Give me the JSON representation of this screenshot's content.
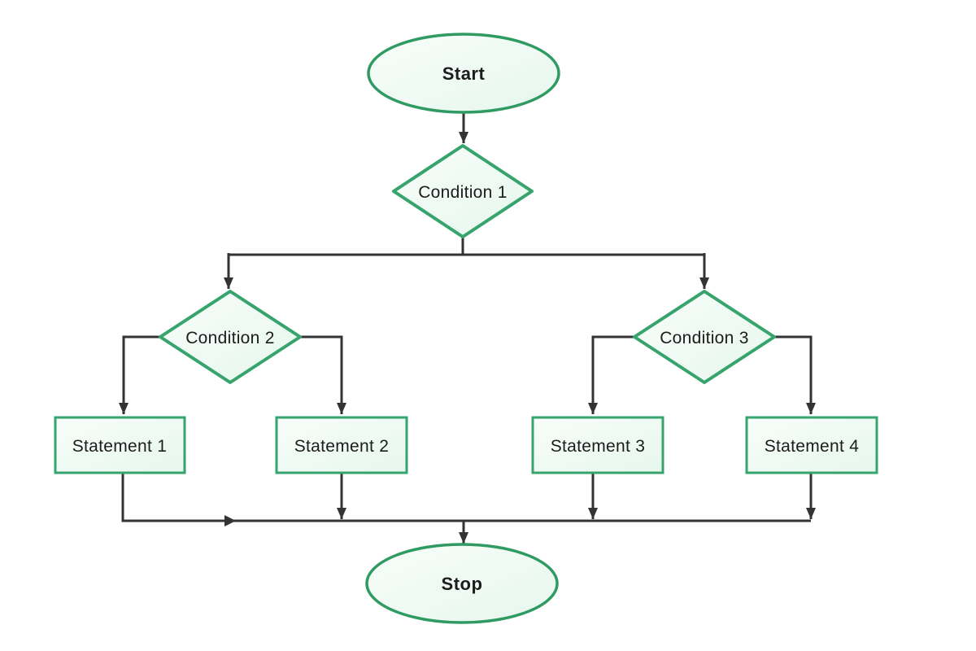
{
  "diagram": {
    "type": "flowchart",
    "nodes": {
      "start": {
        "label": "Start",
        "shape": "terminator"
      },
      "condition1": {
        "label": "Condition 1",
        "shape": "decision"
      },
      "condition2": {
        "label": "Condition 2",
        "shape": "decision"
      },
      "condition3": {
        "label": "Condition 3",
        "shape": "decision"
      },
      "statement1": {
        "label": "Statement 1",
        "shape": "process"
      },
      "statement2": {
        "label": "Statement 2",
        "shape": "process"
      },
      "statement3": {
        "label": "Statement 3",
        "shape": "process"
      },
      "statement4": {
        "label": "Statement 4",
        "shape": "process"
      },
      "stop": {
        "label": "Stop",
        "shape": "terminator"
      }
    },
    "edges": [
      {
        "from": "start",
        "to": "condition1"
      },
      {
        "from": "condition1",
        "to": "condition2"
      },
      {
        "from": "condition1",
        "to": "condition3"
      },
      {
        "from": "condition2",
        "to": "statement1"
      },
      {
        "from": "condition2",
        "to": "statement2"
      },
      {
        "from": "condition3",
        "to": "statement3"
      },
      {
        "from": "condition3",
        "to": "statement4"
      },
      {
        "from": "statement1",
        "to": "stop"
      },
      {
        "from": "statement2",
        "to": "stop"
      },
      {
        "from": "statement3",
        "to": "stop"
      },
      {
        "from": "statement4",
        "to": "stop"
      }
    ],
    "colors": {
      "shape_border": "#2f9a62",
      "shape_fill": "#ecf9f1",
      "connector": "#333333",
      "text": "#1c1c1c",
      "background": "#ffffff"
    }
  }
}
